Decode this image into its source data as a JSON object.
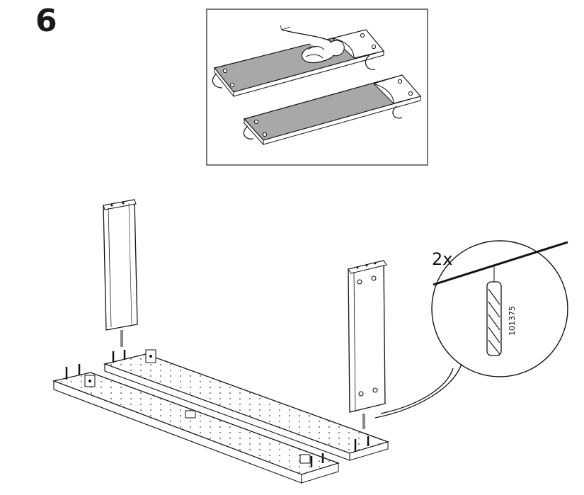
{
  "step": {
    "number": "6"
  },
  "callout": {
    "quantity": "2x",
    "part_number": "101375"
  },
  "colors": {
    "ink": "#1a1a1a",
    "panel": "#ffffff",
    "board_shade": "#9a9a9a",
    "frame": "#333333"
  },
  "icons": {
    "hand": "hand-peeling-icon",
    "dowel": "wooden-dowel-icon"
  }
}
